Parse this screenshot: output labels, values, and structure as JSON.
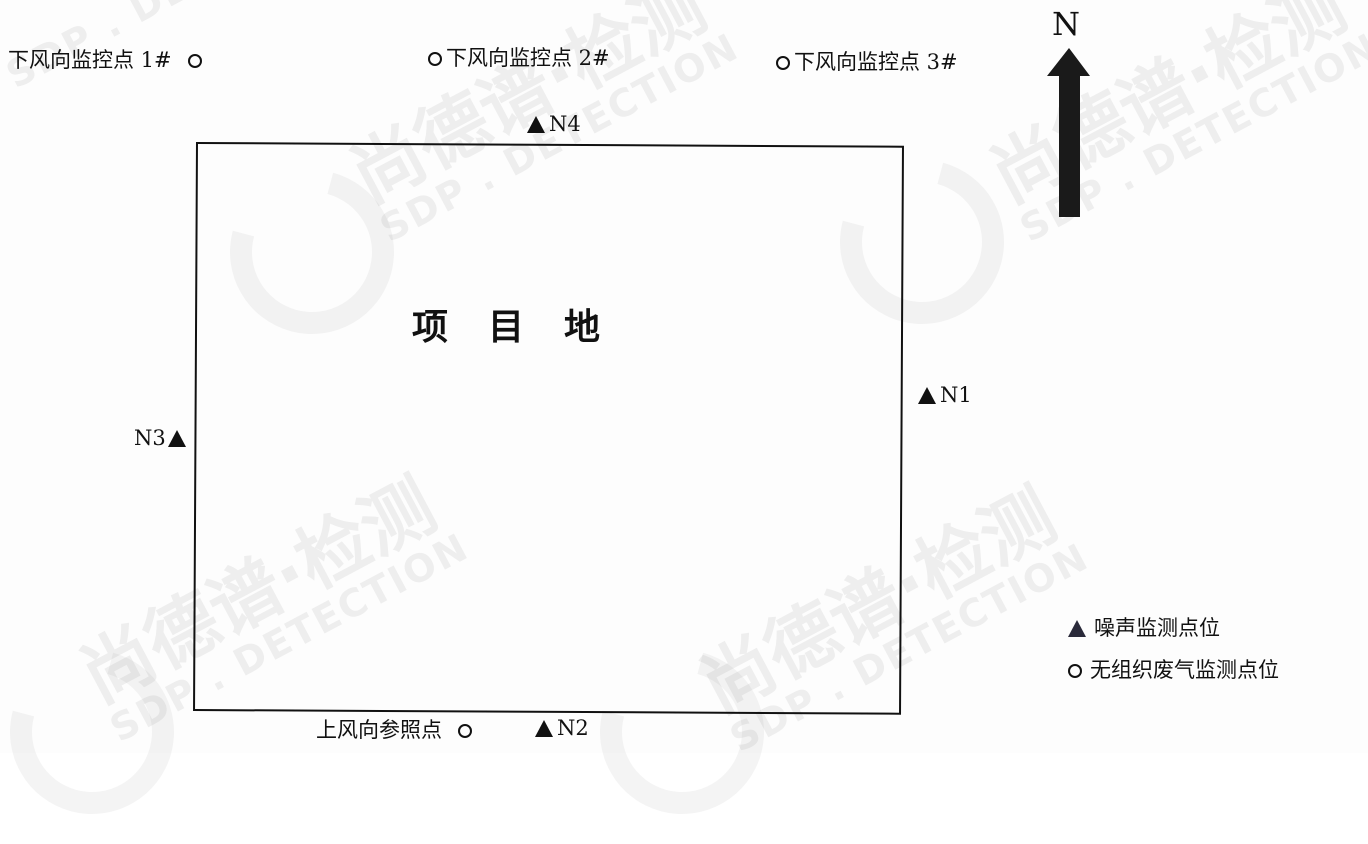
{
  "downwind_points": [
    {
      "label": "下风向监控点 1#"
    },
    {
      "label": "下风向监控点 2#"
    },
    {
      "label": "下风向监控点 3#"
    }
  ],
  "upwind_point": {
    "label": "上风向参照点"
  },
  "noise_points": [
    "N1",
    "N2",
    "N3",
    "N4"
  ],
  "site_label": "项目地",
  "north_label": "N",
  "legend": {
    "noise": "噪声监测点位",
    "fugitive_gas": "无组织废气监测点位"
  },
  "watermark": {
    "cn": "尚德谱·检测",
    "en": "SDP . DETECTION"
  }
}
